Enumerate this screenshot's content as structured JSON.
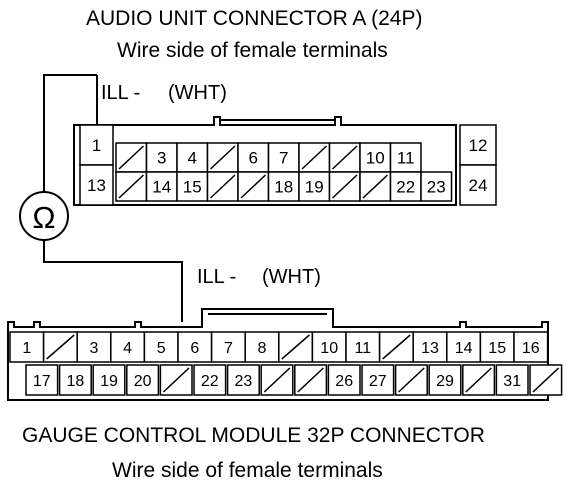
{
  "connector_a": {
    "title": "AUDIO UNIT CONNECTOR A (24P)",
    "subtitle": "Wire side of female terminals",
    "wire_label": "ILL -",
    "wire_color": "(WHT)",
    "top_row": [
      "1",
      "",
      "3",
      "4",
      "",
      "6",
      "7",
      "",
      "",
      "10",
      "11",
      "12"
    ],
    "bottom_row": [
      "13",
      "",
      "14",
      "15",
      "",
      "",
      "18",
      "19",
      "",
      "",
      "22",
      "23",
      "24"
    ]
  },
  "connector_b": {
    "title": "GAUGE CONTROL MODULE 32P CONNECTOR",
    "subtitle": "Wire side of female terminals",
    "wire_label": "ILL -",
    "wire_color": "(WHT)",
    "top_row": [
      "1",
      "",
      "3",
      "4",
      "5",
      "6",
      "7",
      "8",
      "",
      "10",
      "11",
      "",
      "13",
      "14",
      "15",
      "16"
    ],
    "bottom_row": [
      "17",
      "18",
      "19",
      "20",
      "",
      "22",
      "23",
      "",
      "",
      "26",
      "27",
      "",
      "29",
      "",
      "31",
      ""
    ]
  },
  "meter": {
    "symbol": "Ω"
  }
}
